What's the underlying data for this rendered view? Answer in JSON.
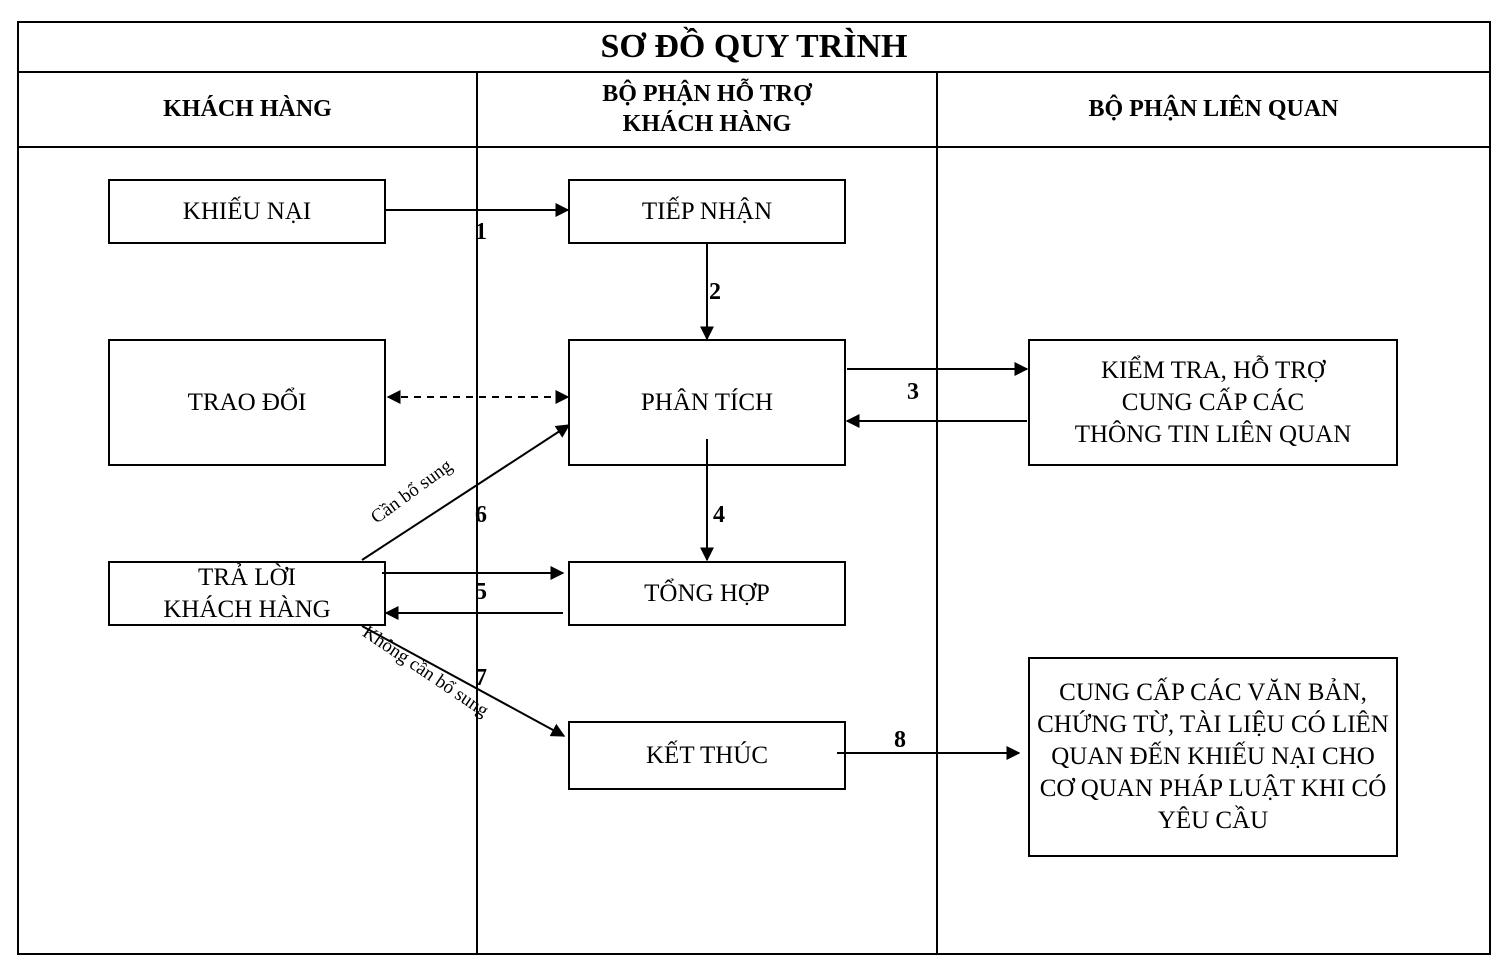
{
  "title": "SƠ ĐỒ QUY TRÌNH",
  "lanes": {
    "customer": [
      "KHÁCH HÀNG"
    ],
    "support": [
      "BỘ PHẬN HỖ TRỢ",
      "KHÁCH HÀNG"
    ],
    "related": [
      "BỘ PHẬN LIÊN QUAN"
    ]
  },
  "nodes": {
    "khieu_nai": [
      "KHIẾU NẠI"
    ],
    "trao_doi": [
      "TRAO ĐỔI"
    ],
    "tra_loi": [
      "TRẢ LỜI",
      "KHÁCH HÀNG"
    ],
    "tiep_nhan": [
      "TIẾP NHẬN"
    ],
    "phan_tich": [
      "PHÂN TÍCH"
    ],
    "tong_hop": [
      "TỔNG HỢP"
    ],
    "ket_thuc": [
      "KẾT THÚC"
    ],
    "kiem_tra": [
      "KIỂM TRA, HỖ TRỢ",
      "CUNG CẤP CÁC",
      "THÔNG TIN LIÊN QUAN"
    ],
    "cung_cap": [
      "CUNG CẤP CÁC VĂN BẢN,",
      "CHỨNG TỪ, TÀI LIỆU CÓ LIÊN",
      "QUAN ĐẾN KHIẾU NẠI CHO",
      "CƠ QUAN PHÁP LUẬT KHI CÓ",
      "YÊU CẦU"
    ]
  },
  "steps": {
    "s1": "1",
    "s2": "2",
    "s3": "3",
    "s4": "4",
    "s5": "5",
    "s6": "6",
    "s7": "7",
    "s8": "8"
  },
  "conditions": {
    "need_more": "Cần bổ sung",
    "no_need_more": "Không cần bổ sung"
  }
}
